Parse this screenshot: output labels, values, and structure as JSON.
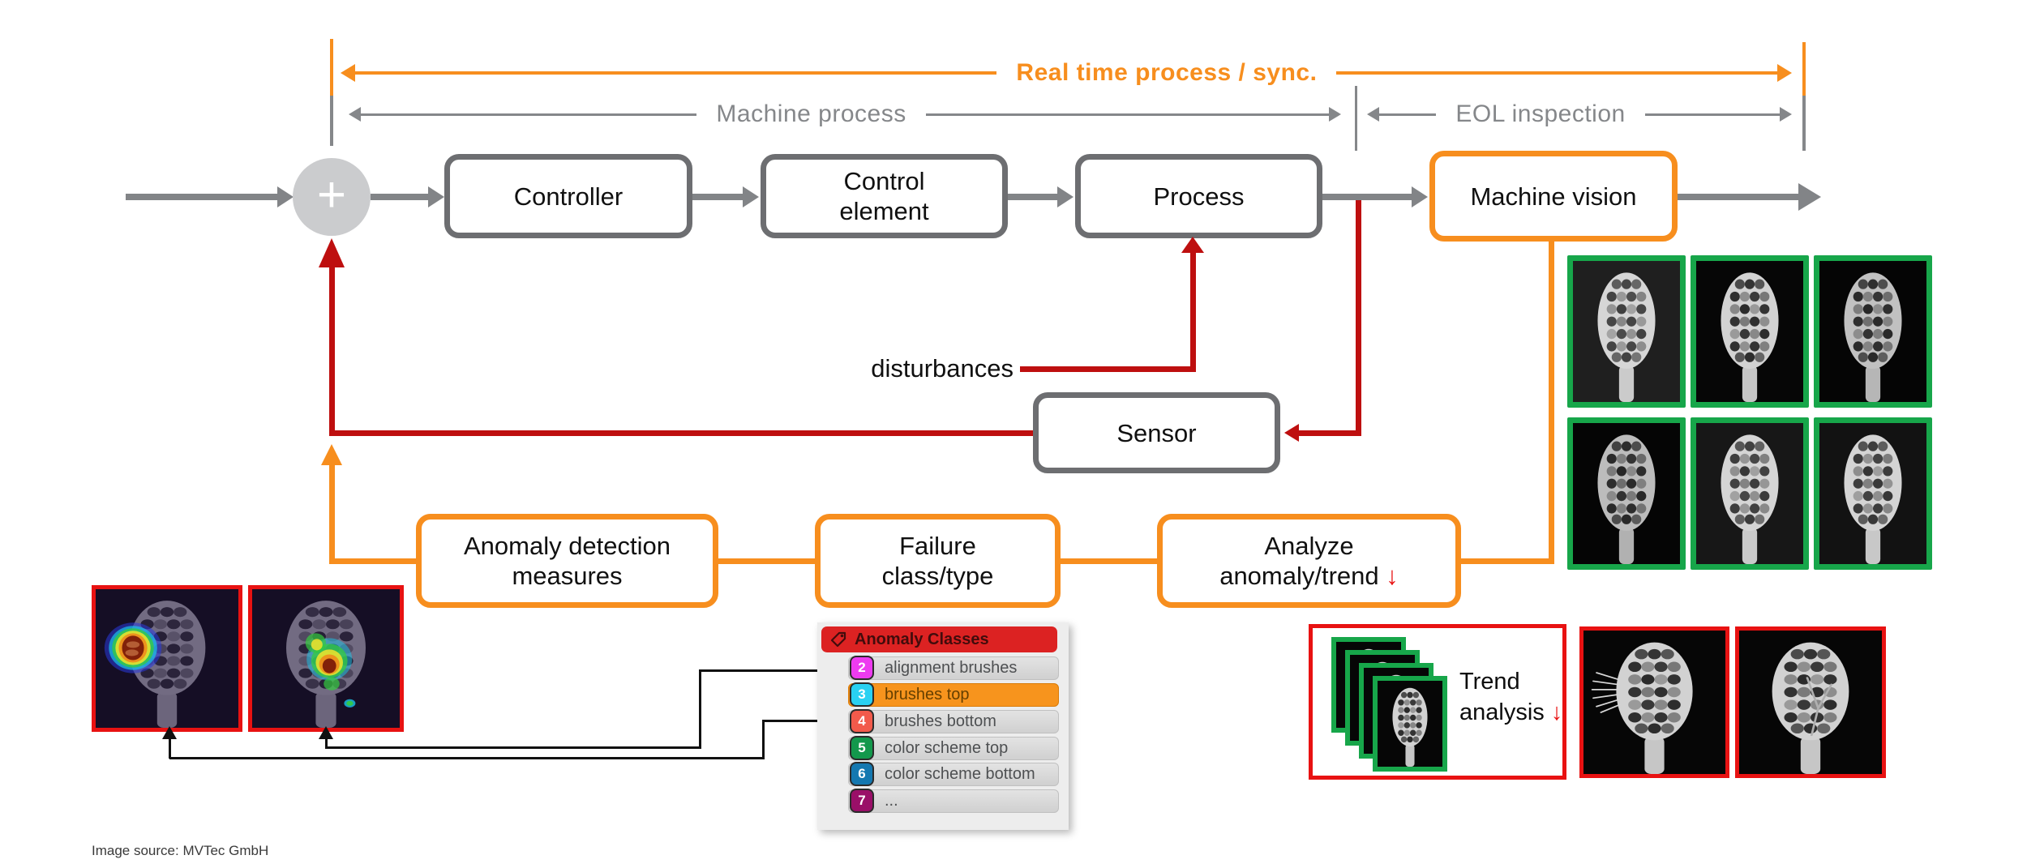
{
  "annotations": {
    "realtime": "Real time process / sync.",
    "machine_process": "Machine process",
    "eol": "EOL inspection"
  },
  "flow": {
    "sum": "+",
    "controller": "Controller",
    "control_element": {
      "line1": "Control",
      "line2": "element"
    },
    "process": "Process",
    "machine_vision": "Machine vision",
    "sensor": "Sensor",
    "disturbances": "disturbances"
  },
  "feedback": {
    "anomaly_detection": {
      "line1": "Anomaly detection",
      "line2": "measures"
    },
    "failure_class": {
      "line1": "Failure",
      "line2": "class/type"
    },
    "analyze": {
      "line1": "Analyze",
      "line2": "anomaly/trend",
      "arrow": "↓"
    }
  },
  "trend": {
    "line1": "Trend",
    "line2": "analysis",
    "arrow": "↓"
  },
  "anomaly_panel": {
    "title": "Anomaly Classes",
    "items": [
      {
        "num": "2",
        "label": "alignment brushes",
        "color": "#ED3BF0",
        "highlighted": false
      },
      {
        "num": "3",
        "label": "brushes top",
        "color": "#29D1F2",
        "highlighted": true
      },
      {
        "num": "4",
        "label": "brushes bottom",
        "color": "#F25A4B",
        "highlighted": false
      },
      {
        "num": "5",
        "label": "color scheme top",
        "color": "#13984C",
        "highlighted": false
      },
      {
        "num": "6",
        "label": "color scheme bottom",
        "color": "#1478B0",
        "highlighted": false
      },
      {
        "num": "7",
        "label": "...",
        "color": "#9A0F68",
        "highlighted": false
      }
    ]
  },
  "footer": {
    "image_source": "Image source: MVTec GmbH"
  },
  "colors": {
    "orange": "#F78E1E",
    "line_gray": "#85878A",
    "box_gray": "#6D6E71",
    "dark_red": "#BE0F0F",
    "bright_red": "#E81212",
    "green": "#17A64A",
    "highlight_orange": "#F7941D"
  }
}
